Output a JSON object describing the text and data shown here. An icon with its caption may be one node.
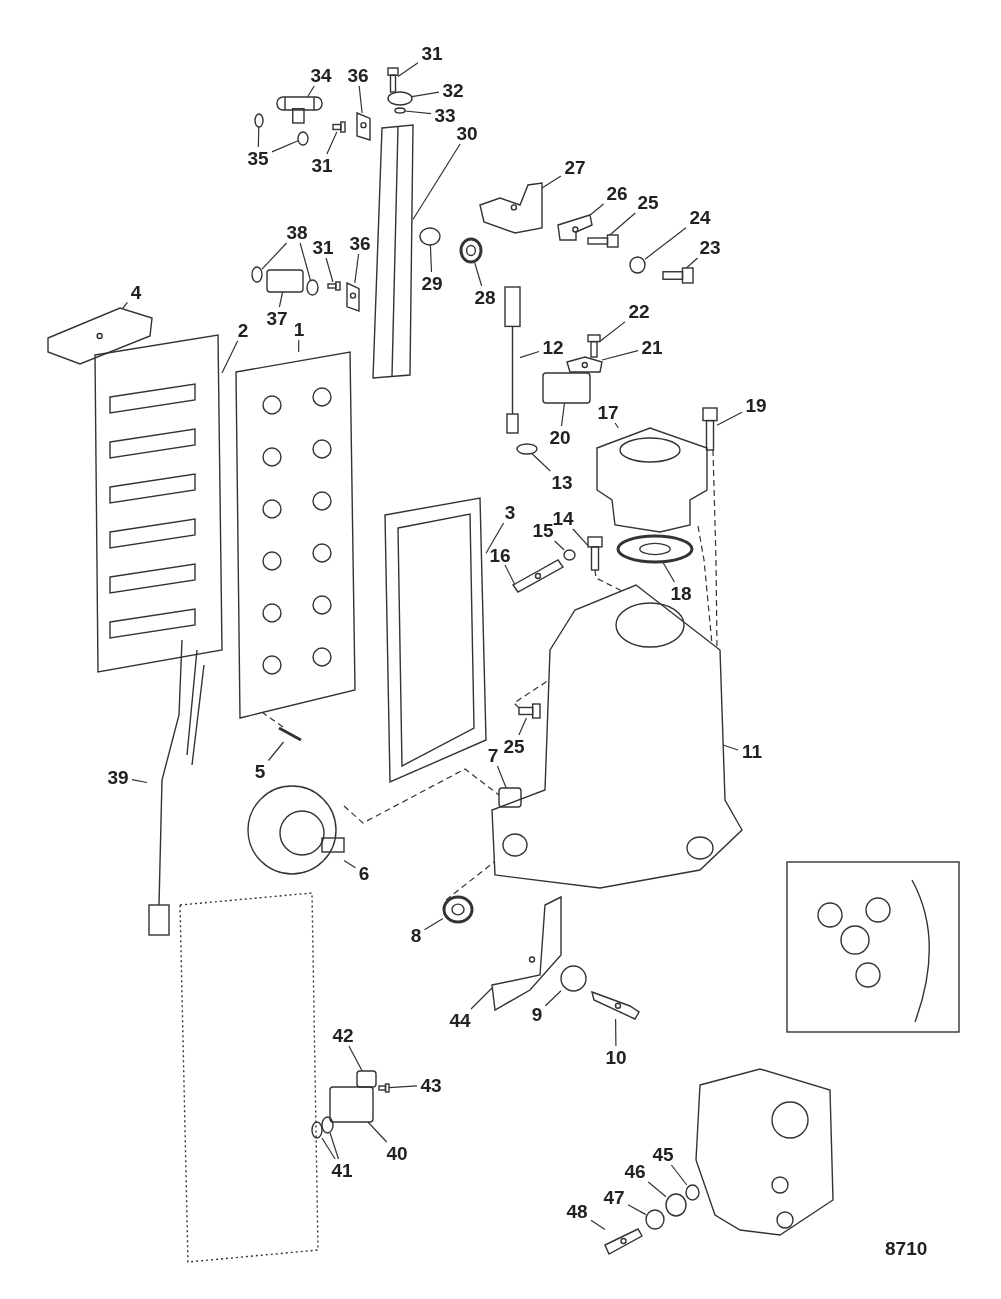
{
  "diagram": {
    "nodes": [
      {
        "text": [
          "31"
        ]
      },
      {
        "text": [
          "34"
        ]
      },
      {
        "text": [
          "36"
        ]
      },
      {
        "text": [
          "32"
        ]
      },
      {
        "text": [
          "33"
        ]
      },
      {
        "text": [
          "35"
        ]
      },
      {
        "text": [
          "31"
        ]
      },
      {
        "text": [
          "30"
        ]
      },
      {
        "text": [
          "27"
        ]
      },
      {
        "text": [
          "26"
        ]
      },
      {
        "text": [
          "25"
        ]
      },
      {
        "text": [
          "24"
        ]
      },
      {
        "text": [
          "23"
        ]
      },
      {
        "text": [
          "38"
        ]
      },
      {
        "text": [
          "31"
        ]
      },
      {
        "text": [
          "36"
        ]
      },
      {
        "text": [
          "29"
        ]
      },
      {
        "text": [
          "4"
        ]
      },
      {
        "text": [
          "28"
        ]
      },
      {
        "text": [
          "2"
        ]
      },
      {
        "text": [
          "1"
        ]
      },
      {
        "text": [
          "22"
        ]
      },
      {
        "text": [
          "37"
        ]
      },
      {
        "text": [
          "12"
        ]
      },
      {
        "text": [
          "21"
        ]
      },
      {
        "text": [
          "19"
        ]
      },
      {
        "text": [
          "17"
        ]
      },
      {
        "text": [
          "20"
        ]
      },
      {
        "text": [
          "13"
        ]
      },
      {
        "text": [
          "3"
        ]
      },
      {
        "text": [
          "14"
        ]
      },
      {
        "text": [
          "15"
        ]
      },
      {
        "text": [
          "16"
        ]
      },
      {
        "text": [
          "18"
        ]
      },
      {
        "text": [
          "25"
        ]
      },
      {
        "text": [
          "11"
        ]
      },
      {
        "text": [
          "39"
        ]
      },
      {
        "text": [
          "5"
        ]
      },
      {
        "text": [
          "7"
        ]
      },
      {
        "text": [
          "6"
        ]
      },
      {
        "text": [
          "8"
        ]
      },
      {
        "text": [
          "44"
        ]
      },
      {
        "text": [
          "9"
        ]
      },
      {
        "text": [
          "10"
        ]
      },
      {
        "text": [
          "42"
        ]
      },
      {
        "text": [
          "43"
        ]
      },
      {
        "text": [
          "45"
        ]
      },
      {
        "text": [
          "46"
        ]
      },
      {
        "text": [
          "40"
        ]
      },
      {
        "text": [
          "41"
        ]
      },
      {
        "text": [
          "47"
        ]
      },
      {
        "text": [
          "48"
        ]
      },
      {
        "text": [],
        "shape": "picture"
      },
      {
        "text": [],
        "shape": "picture"
      },
      {
        "text": [],
        "shape": "picture"
      },
      {
        "text": [],
        "shape": "circle"
      },
      {
        "text": [],
        "shape": "circle"
      },
      {
        "text": [],
        "shape": "circle"
      },
      {
        "text": [],
        "shape": "circle"
      },
      {
        "text": [],
        "shape": "picture"
      },
      {
        "text": [],
        "shape": "picture"
      },
      {
        "text": [],
        "shape": "picture"
      },
      {
        "text": [],
        "shape": "picture"
      },
      {
        "text": [],
        "shape": "picture"
      },
      {
        "text": [],
        "shape": "circle"
      },
      {
        "text": [],
        "shape": "picture"
      },
      {
        "text": [],
        "shape": "circle"
      },
      {
        "text": [],
        "shape": "circle"
      },
      {
        "text": [],
        "shape": "picture"
      },
      {
        "text": [],
        "shape": "picture"
      },
      {
        "text": [],
        "shape": "circle"
      },
      {
        "text": [],
        "shape": "picture"
      },
      {
        "text": [],
        "shape": "picture"
      },
      {
        "text": [],
        "shape": "picture"
      },
      {
        "text": [],
        "shape": "picture"
      },
      {
        "text": [],
        "shape": "picture"
      },
      {
        "text": [],
        "shape": "box"
      },
      {
        "text": [],
        "shape": "picture"
      },
      {
        "text": [],
        "shape": "picture"
      },
      {
        "text": [],
        "shape": "picture"
      },
      {
        "text": [],
        "shape": "picture"
      },
      {
        "text": [],
        "shape": "box"
      },
      {
        "text": [],
        "shape": "circle"
      },
      {
        "text": [],
        "shape": "picture"
      },
      {
        "text": [],
        "shape": "picture"
      },
      {
        "text": [],
        "shape": "circle"
      },
      {
        "text": [],
        "shape": "picture"
      },
      {
        "text": [],
        "shape": "picture"
      },
      {
        "text": [],
        "shape": "picture"
      },
      {
        "text": [],
        "shape": "picture"
      },
      {
        "text": [],
        "shape": "picture"
      },
      {
        "text": [],
        "shape": "picture"
      },
      {
        "text": [],
        "shape": "box"
      },
      {
        "text": [],
        "shape": "picture"
      },
      {
        "text": [],
        "shape": "picture"
      },
      {
        "text": [],
        "shape": "picture"
      },
      {
        "text": [],
        "shape": "circle"
      },
      {
        "text": [],
        "shape": "picture"
      },
      {
        "text": [],
        "shape": "box"
      },
      {
        "text": [],
        "shape": "picture"
      },
      {
        "text": [],
        "shape": "circle"
      },
      {
        "text": [],
        "shape": "circle"
      },
      {
        "text": [],
        "shape": "box"
      },
      {
        "text": [],
        "shape": "circle"
      },
      {
        "text": [],
        "shape": "circle"
      },
      {
        "text": [],
        "shape": "circle"
      },
      {
        "text": [],
        "shape": "picture"
      }
    ],
    "edges": [
      {
        "from": 0,
        "to": 52,
        "arrow": "none"
      },
      {
        "from": 1,
        "to": 53,
        "arrow": "none"
      },
      {
        "from": 2,
        "to": 54,
        "arrow": "none"
      },
      {
        "from": 3,
        "to": 55,
        "arrow": "none"
      },
      {
        "from": 4,
        "to": 56,
        "arrow": "none"
      },
      {
        "from": 5,
        "to": 57,
        "arrow": "none"
      },
      {
        "from": 5,
        "to": 58,
        "arrow": "none"
      },
      {
        "from": 6,
        "to": 59,
        "arrow": "none"
      },
      {
        "from": 7,
        "to": 60,
        "arrow": "none"
      },
      {
        "from": 8,
        "to": 61,
        "arrow": "none"
      },
      {
        "from": 9,
        "to": 62,
        "arrow": "none"
      },
      {
        "from": 10,
        "to": 63,
        "arrow": "none"
      },
      {
        "from": 11,
        "to": 64,
        "arrow": "none"
      },
      {
        "from": 12,
        "to": 65,
        "arrow": "none"
      },
      {
        "from": 13,
        "to": 66,
        "arrow": "none"
      },
      {
        "from": 13,
        "to": 67,
        "arrow": "none"
      },
      {
        "from": 14,
        "to": 68,
        "arrow": "none"
      },
      {
        "from": 15,
        "to": 69,
        "arrow": "none"
      },
      {
        "from": 16,
        "to": 70,
        "arrow": "none"
      },
      {
        "from": 17,
        "to": 71,
        "arrow": "none"
      },
      {
        "from": 18,
        "to": 72,
        "arrow": "none"
      },
      {
        "from": 19,
        "to": 73,
        "arrow": "none"
      },
      {
        "from": 20,
        "to": 74,
        "arrow": "none"
      },
      {
        "from": 21,
        "to": 75,
        "arrow": "none"
      },
      {
        "from": 22,
        "to": 76,
        "arrow": "none"
      },
      {
        "from": 23,
        "to": 77,
        "arrow": "none"
      },
      {
        "from": 24,
        "to": 78,
        "arrow": "none"
      },
      {
        "from": 25,
        "to": 79,
        "arrow": "none"
      },
      {
        "from": 26,
        "to": 80,
        "arrow": "none"
      },
      {
        "from": 27,
        "to": 81,
        "arrow": "none"
      },
      {
        "from": 28,
        "to": 82,
        "arrow": "none"
      },
      {
        "from": 29,
        "to": 83,
        "arrow": "none"
      },
      {
        "from": 30,
        "to": 84,
        "arrow": "none"
      },
      {
        "from": 31,
        "to": 85,
        "arrow": "none"
      },
      {
        "from": 32,
        "to": 86,
        "arrow": "none"
      },
      {
        "from": 33,
        "to": 87,
        "arrow": "none"
      },
      {
        "from": 34,
        "to": 88,
        "arrow": "none"
      },
      {
        "from": 35,
        "to": 89,
        "arrow": "none"
      },
      {
        "from": 36,
        "to": 90,
        "arrow": "none"
      },
      {
        "from": 37,
        "to": 91,
        "arrow": "none"
      },
      {
        "from": 38,
        "to": 92,
        "arrow": "none"
      },
      {
        "from": 39,
        "to": 93,
        "arrow": "none"
      },
      {
        "from": 40,
        "to": 94,
        "arrow": "none"
      },
      {
        "from": 41,
        "to": 95,
        "arrow": "none"
      },
      {
        "from": 42,
        "to": 96,
        "arrow": "none"
      },
      {
        "from": 43,
        "to": 97,
        "arrow": "none"
      },
      {
        "from": 44,
        "to": 98,
        "arrow": "none"
      },
      {
        "from": 45,
        "to": 99,
        "arrow": "none"
      },
      {
        "from": 46,
        "to": 100,
        "arrow": "none"
      },
      {
        "from": 47,
        "to": 101,
        "arrow": "none"
      },
      {
        "from": 48,
        "to": 102,
        "arrow": "none"
      },
      {
        "from": 49,
        "to": 103,
        "arrow": "none"
      },
      {
        "from": 49,
        "to": 104,
        "arrow": "none"
      },
      {
        "from": 50,
        "to": 105,
        "arrow": "none"
      },
      {
        "from": 51,
        "to": 106,
        "arrow": "none"
      },
      {
        "from": 79,
        "to": 89,
        "arrow": "none",
        "style": "dashed"
      },
      {
        "from": 80,
        "to": 89,
        "arrow": "none",
        "style": "dashed"
      },
      {
        "from": 84,
        "to": 89,
        "arrow": "none",
        "style": "dashed"
      },
      {
        "from": 93,
        "to": 92,
        "arrow": "none",
        "style": "dashed"
      },
      {
        "from": 91,
        "to": 74,
        "arrow": "none",
        "style": "dashed"
      },
      {
        "from": 88,
        "to": 89,
        "arrow": "none",
        "style": "dashed"
      },
      {
        "from": 94,
        "to": 89,
        "arrow": "none",
        "style": "dashed"
      }
    ],
    "labels": [
      "8710"
    ]
  }
}
